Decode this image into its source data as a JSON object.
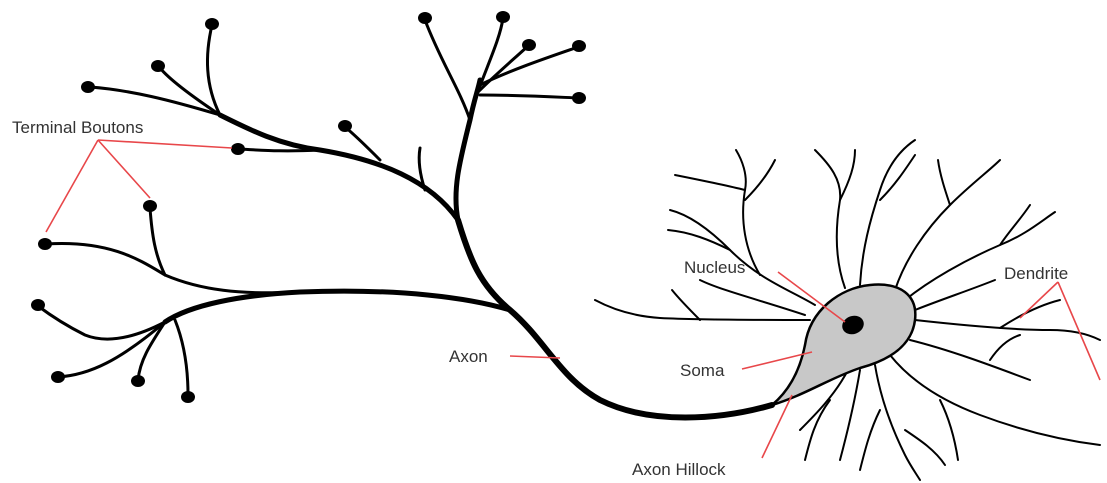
{
  "labels": {
    "terminal_boutons": "Terminal Boutons",
    "nucleus": "Nucleus",
    "dendrite": "Dendrite",
    "axon": "Axon",
    "soma": "Soma",
    "axon_hillock": "Axon Hillock"
  },
  "colors": {
    "leader_line": "#e8474a",
    "soma_fill": "#c8c8c8",
    "outline": "#000000",
    "label_text": "#333333"
  }
}
